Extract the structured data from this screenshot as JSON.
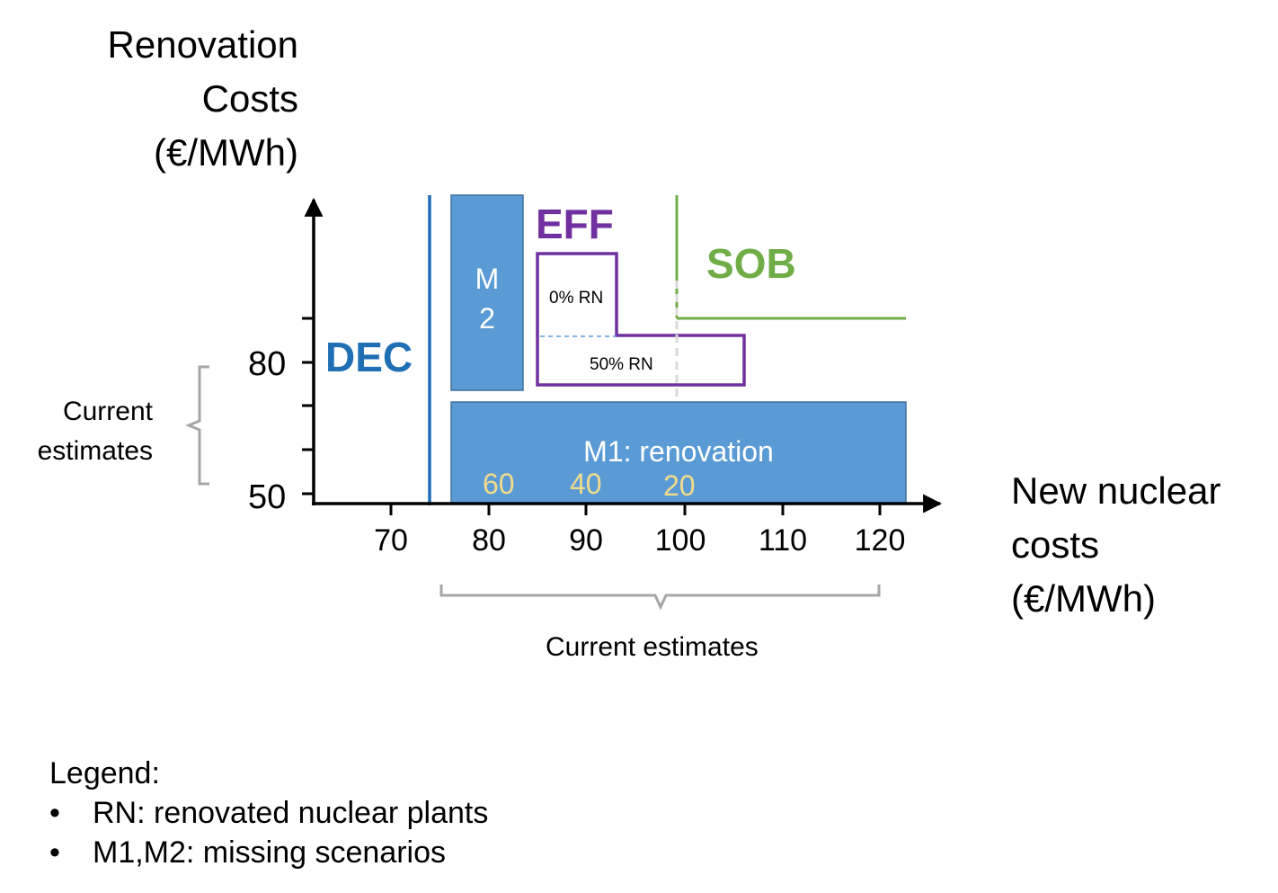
{
  "y_axis": {
    "label_lines": [
      "Renovation",
      "Costs",
      "(€/MWh)"
    ],
    "ticks": [
      "80",
      "50"
    ]
  },
  "x_axis": {
    "label_lines": [
      "New nuclear",
      "costs",
      "(€/MWh)"
    ],
    "ticks": [
      "70",
      "80",
      "90",
      "100",
      "110",
      "120"
    ]
  },
  "regions": {
    "dec": "DEC",
    "eff": "EFF",
    "sob": "SOB",
    "m2_lines": [
      "M",
      "2"
    ],
    "m1": "M1: renovation",
    "eff_0": "0% RN",
    "eff_50": "50% RN",
    "m1_values": [
      "60",
      "40",
      "20"
    ]
  },
  "brackets": {
    "y_lines": [
      "Current",
      "estimates"
    ],
    "x": "Current estimates"
  },
  "legend": {
    "title": "Legend:",
    "items": [
      "RN: renovated nuclear plants",
      "M1,M2:  missing scenarios"
    ]
  },
  "colors": {
    "dec": "#1f6fb5",
    "eff": "#7030a0",
    "sob": "#70ad47",
    "block": "#5b9bd5",
    "m1_values": "#f2dc8c",
    "bracket": "#a6a6a6"
  }
}
